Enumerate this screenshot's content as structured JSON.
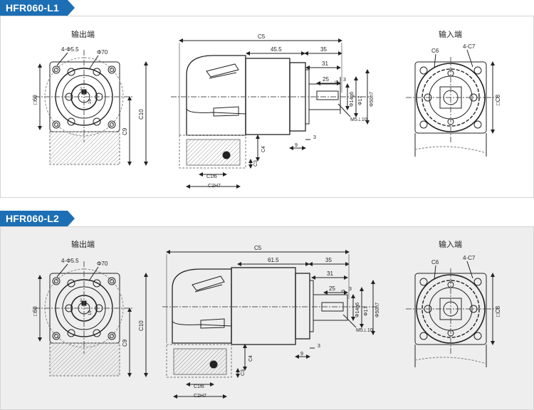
{
  "variants": [
    {
      "title": "HFR060-L1",
      "output_label": "输出端",
      "input_label": "输入端",
      "dims": {
        "holes": "4-Φ5.5",
        "pcd": "Φ70",
        "flange": "□60",
        "c10": "C10",
        "c9": "C9",
        "c5": "C5",
        "len_body": "45.5",
        "len35": "35",
        "len31": "31",
        "len25": "25",
        "len3a": "3",
        "key": "5",
        "shaft": "Φ14g6",
        "pilot": "Φ17",
        "spig": "Φ50h7",
        "thread": "M5⊥10",
        "len9": "9",
        "len3b": "3",
        "c4": "C4",
        "c3": "C3",
        "c1": "C1f6",
        "c2": "C2H7",
        "c6": "C6",
        "c7": "4-C7",
        "c8": "□C8",
        "k2": "2",
        "k16": "16"
      }
    },
    {
      "title": "HFR060-L2",
      "output_label": "输出端",
      "input_label": "输入端",
      "dims": {
        "holes": "4-Φ5.5",
        "pcd": "Φ70",
        "flange": "□60",
        "c10": "C10",
        "c9": "C9",
        "c5": "C5",
        "len_body": "61.5",
        "len35": "35",
        "len31": "31",
        "len25": "25",
        "len3a": "3",
        "key": "5",
        "shaft": "Φ14g6",
        "pilot": "Φ17",
        "spig": "Φ50h7",
        "thread": "M5⊥10",
        "len9": "9",
        "len3b": "3",
        "c4": "C4",
        "c3": "C3",
        "c1": "C1f6",
        "c2": "C2H7",
        "c6": "C6",
        "c7": "4-C7",
        "c8": "□C8",
        "k2": "2",
        "k16": "16"
      }
    }
  ]
}
